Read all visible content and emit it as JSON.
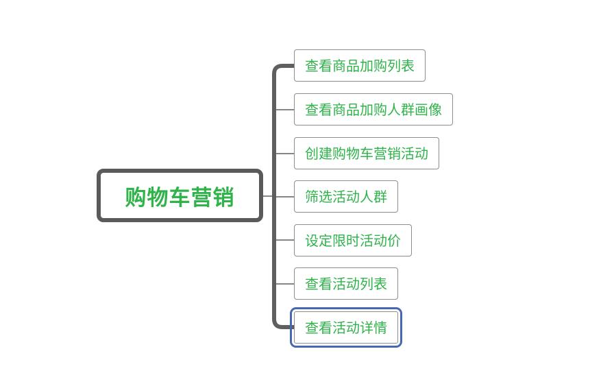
{
  "mindmap": {
    "root": {
      "label": "购物车营销"
    },
    "children": [
      {
        "label": "查看商品加购列表",
        "selected": false
      },
      {
        "label": "查看商品加购人群画像",
        "selected": false
      },
      {
        "label": "创建购物车营销活动",
        "selected": false
      },
      {
        "label": "筛选活动人群",
        "selected": false
      },
      {
        "label": "设定限时活动价",
        "selected": false
      },
      {
        "label": "查看活动列表",
        "selected": false
      },
      {
        "label": "查看活动详情",
        "selected": true
      }
    ]
  },
  "colors": {
    "label_green": "#2fb34a",
    "root_border": "#5a5a5a",
    "connector": "#5f5f5f",
    "child_border": "#8c8c8c",
    "selection_blue": "#4667b4"
  }
}
